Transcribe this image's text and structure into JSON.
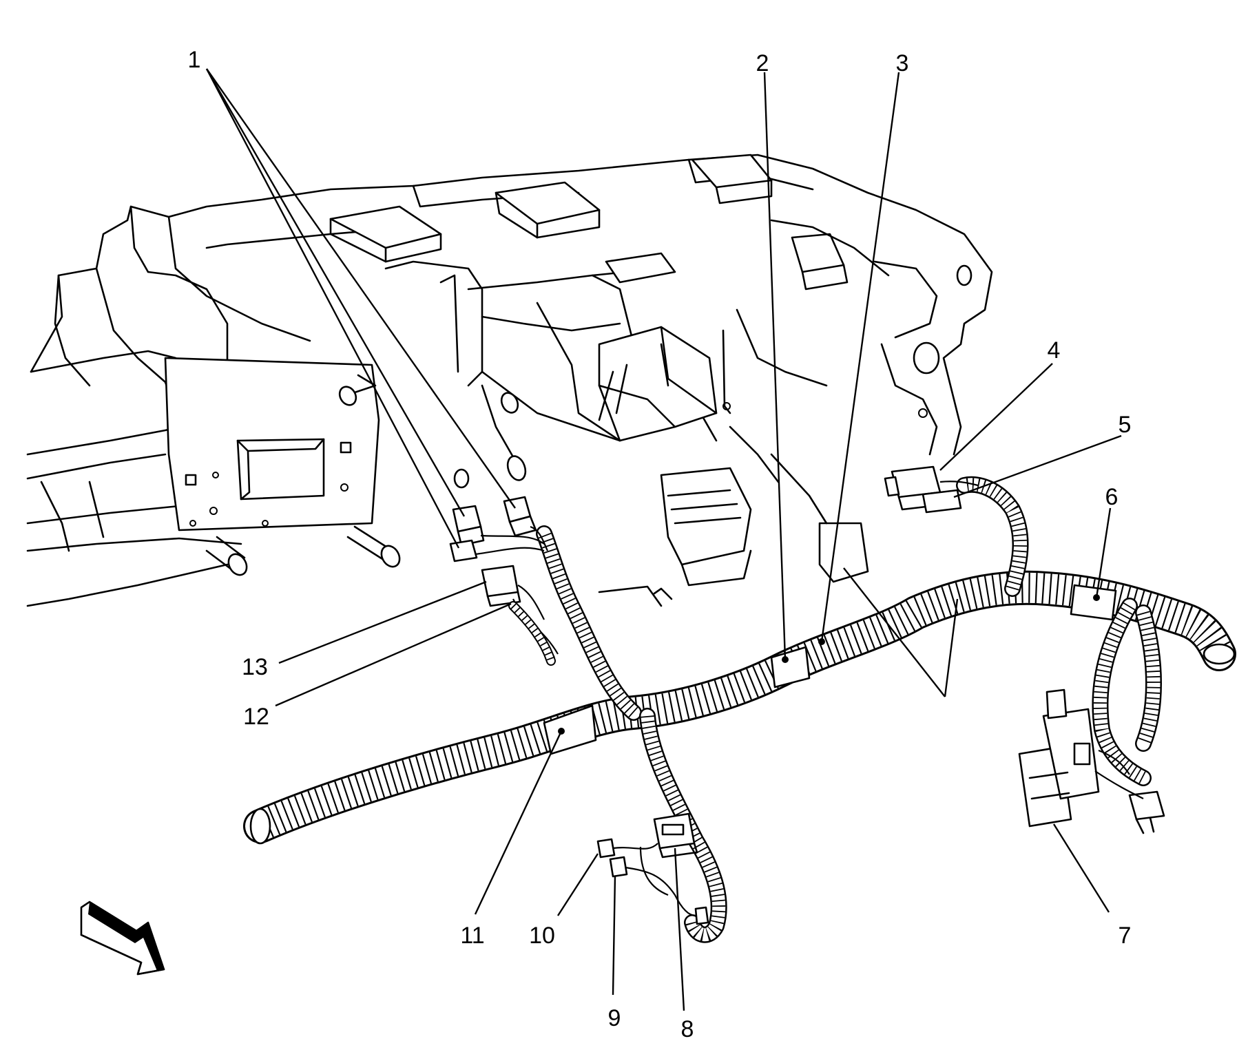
{
  "callouts": {
    "c1": "1",
    "c2": "2",
    "c3": "3",
    "c4": "4",
    "c5": "5",
    "c6": "6",
    "c7": "7",
    "c8": "8",
    "c9": "9",
    "c10": "10",
    "c11": "11",
    "c12": "12",
    "c13": "13"
  },
  "icons": {
    "view_direction": "view-direction-arrow-icon"
  }
}
